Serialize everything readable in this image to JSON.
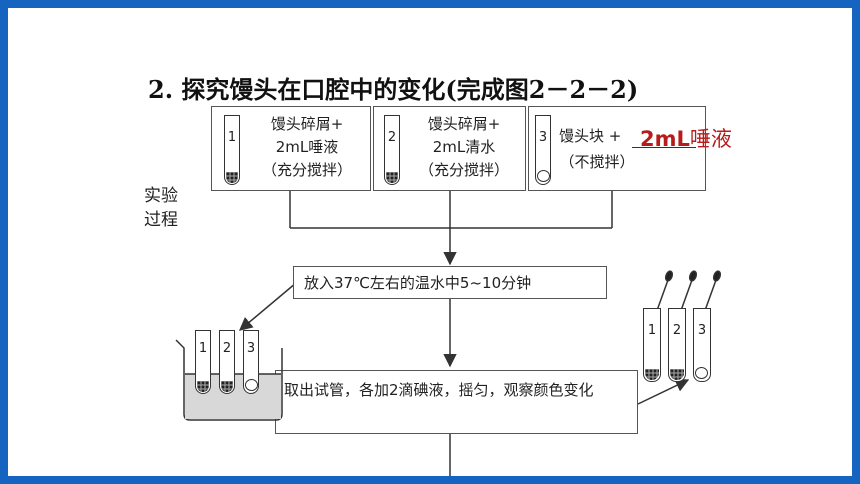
{
  "title": "2. 探究馒头在口腔中的变化(完成图2－2－2)",
  "process_label": "实验过程",
  "tubes": [
    {
      "num": "1",
      "line1": "馒头碎屑+",
      "line2": "2mL唾液",
      "line3": "（充分搅拌）"
    },
    {
      "num": "2",
      "line1": "馒头碎屑+",
      "line2": "2mL清水",
      "line3": "（充分搅拌）"
    },
    {
      "num": "3",
      "line1": "馒头块 +",
      "line3": "（不搅拌）"
    }
  ],
  "answer": {
    "unit": "2mL",
    "text": "唾液"
  },
  "step1": "放入37℃左右的温水中5~10分钟",
  "step2": "取出试管，各加2滴碘液，摇匀，观察颜色变化",
  "beaker_tubes": [
    "1",
    "2",
    "3"
  ],
  "result_tubes": [
    "1",
    "2",
    "3"
  ]
}
